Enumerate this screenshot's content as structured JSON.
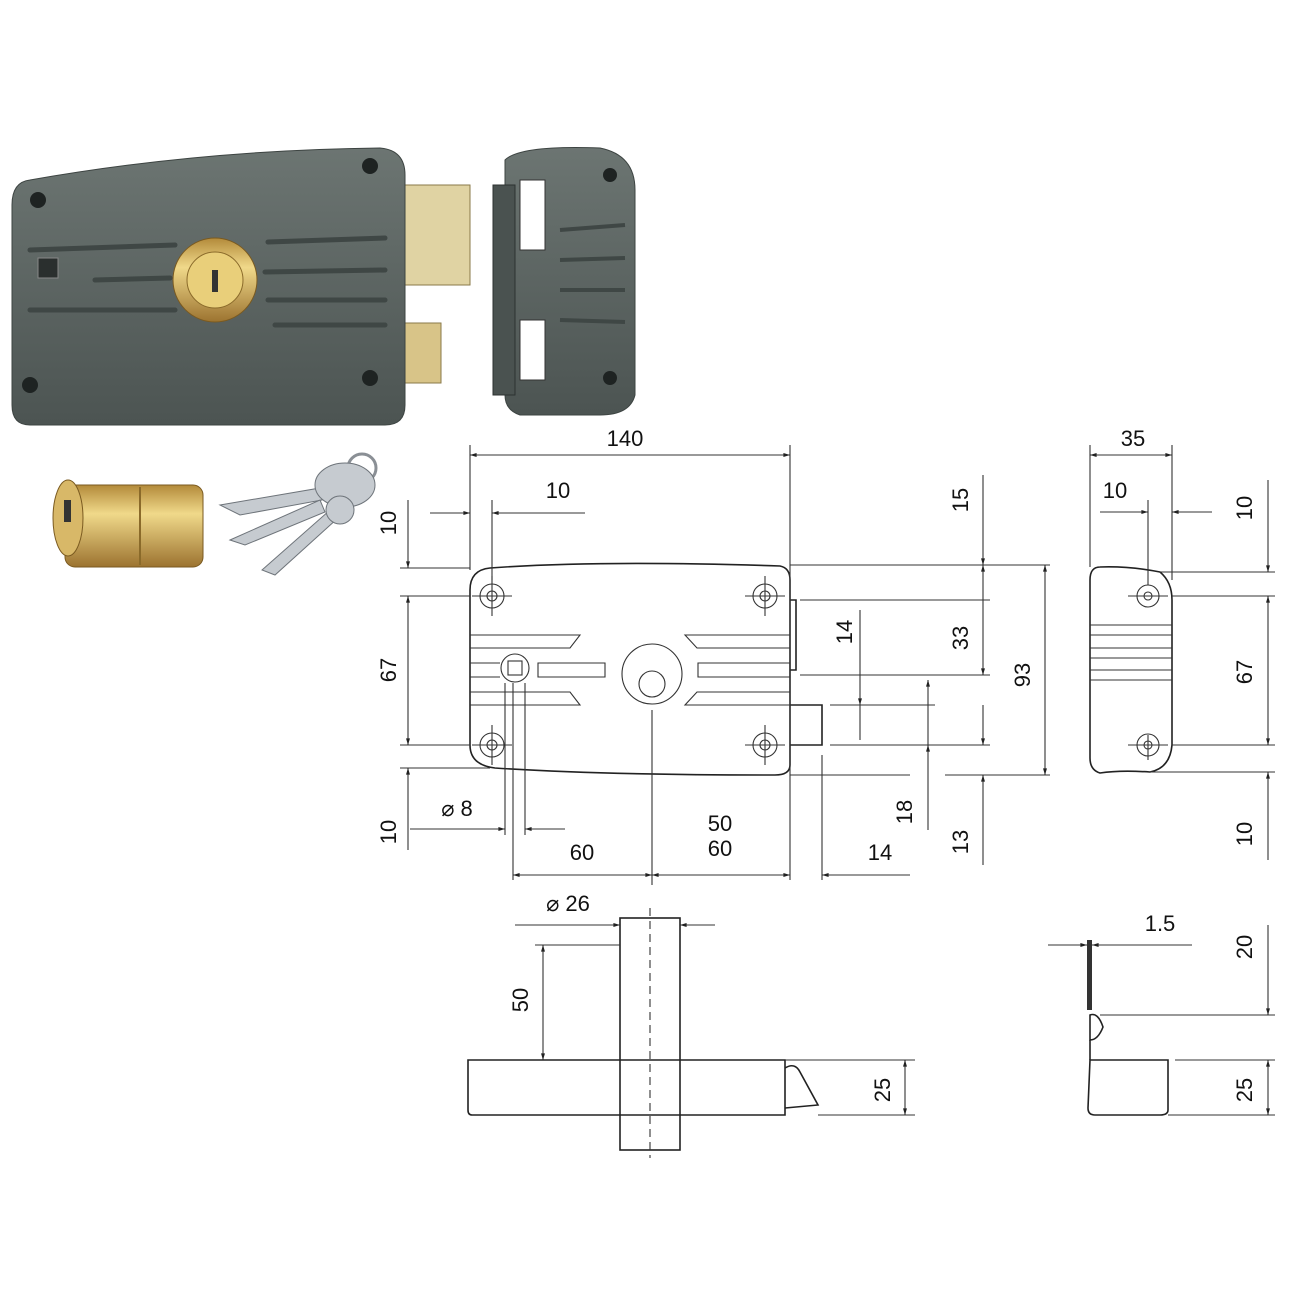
{
  "colors": {
    "lock_body": "#5d6663",
    "brass": "#d6bf6e",
    "bolt": "#e3d6a8",
    "line": "#222222"
  },
  "photos": {
    "lock": "surface-mounted-rim-lock",
    "keeper": "lock-keeper",
    "cylinder": "brass-cylinder",
    "keys": "three-keys"
  },
  "front_view": {
    "width": "140",
    "hole_offset_x": "10",
    "top_margin": "10",
    "hole_spacing": "67",
    "bottom_margin": "10",
    "spindle_diameter": "⌀ 8",
    "spindle_to_cylinder": "60",
    "backset_a": "50",
    "backset_b": "60",
    "bolt_projection": "14",
    "latch_height": "14",
    "bolt_height": "18",
    "top_offset": "15",
    "latch_offset": "33",
    "bottom_offset": "13",
    "height": "93"
  },
  "side_view": {
    "depth": "35",
    "hole_offset": "10",
    "top_margin": "10",
    "hole_spacing": "67",
    "bottom_margin": "10"
  },
  "bolt_view": {
    "cylinder_diameter": "⌀ 26",
    "cylinder_length": "50",
    "bolt_height": "25"
  },
  "bolt_side_view": {
    "plate_thickness": "1.5",
    "latch_gap": "20",
    "bolt_height": "25"
  }
}
